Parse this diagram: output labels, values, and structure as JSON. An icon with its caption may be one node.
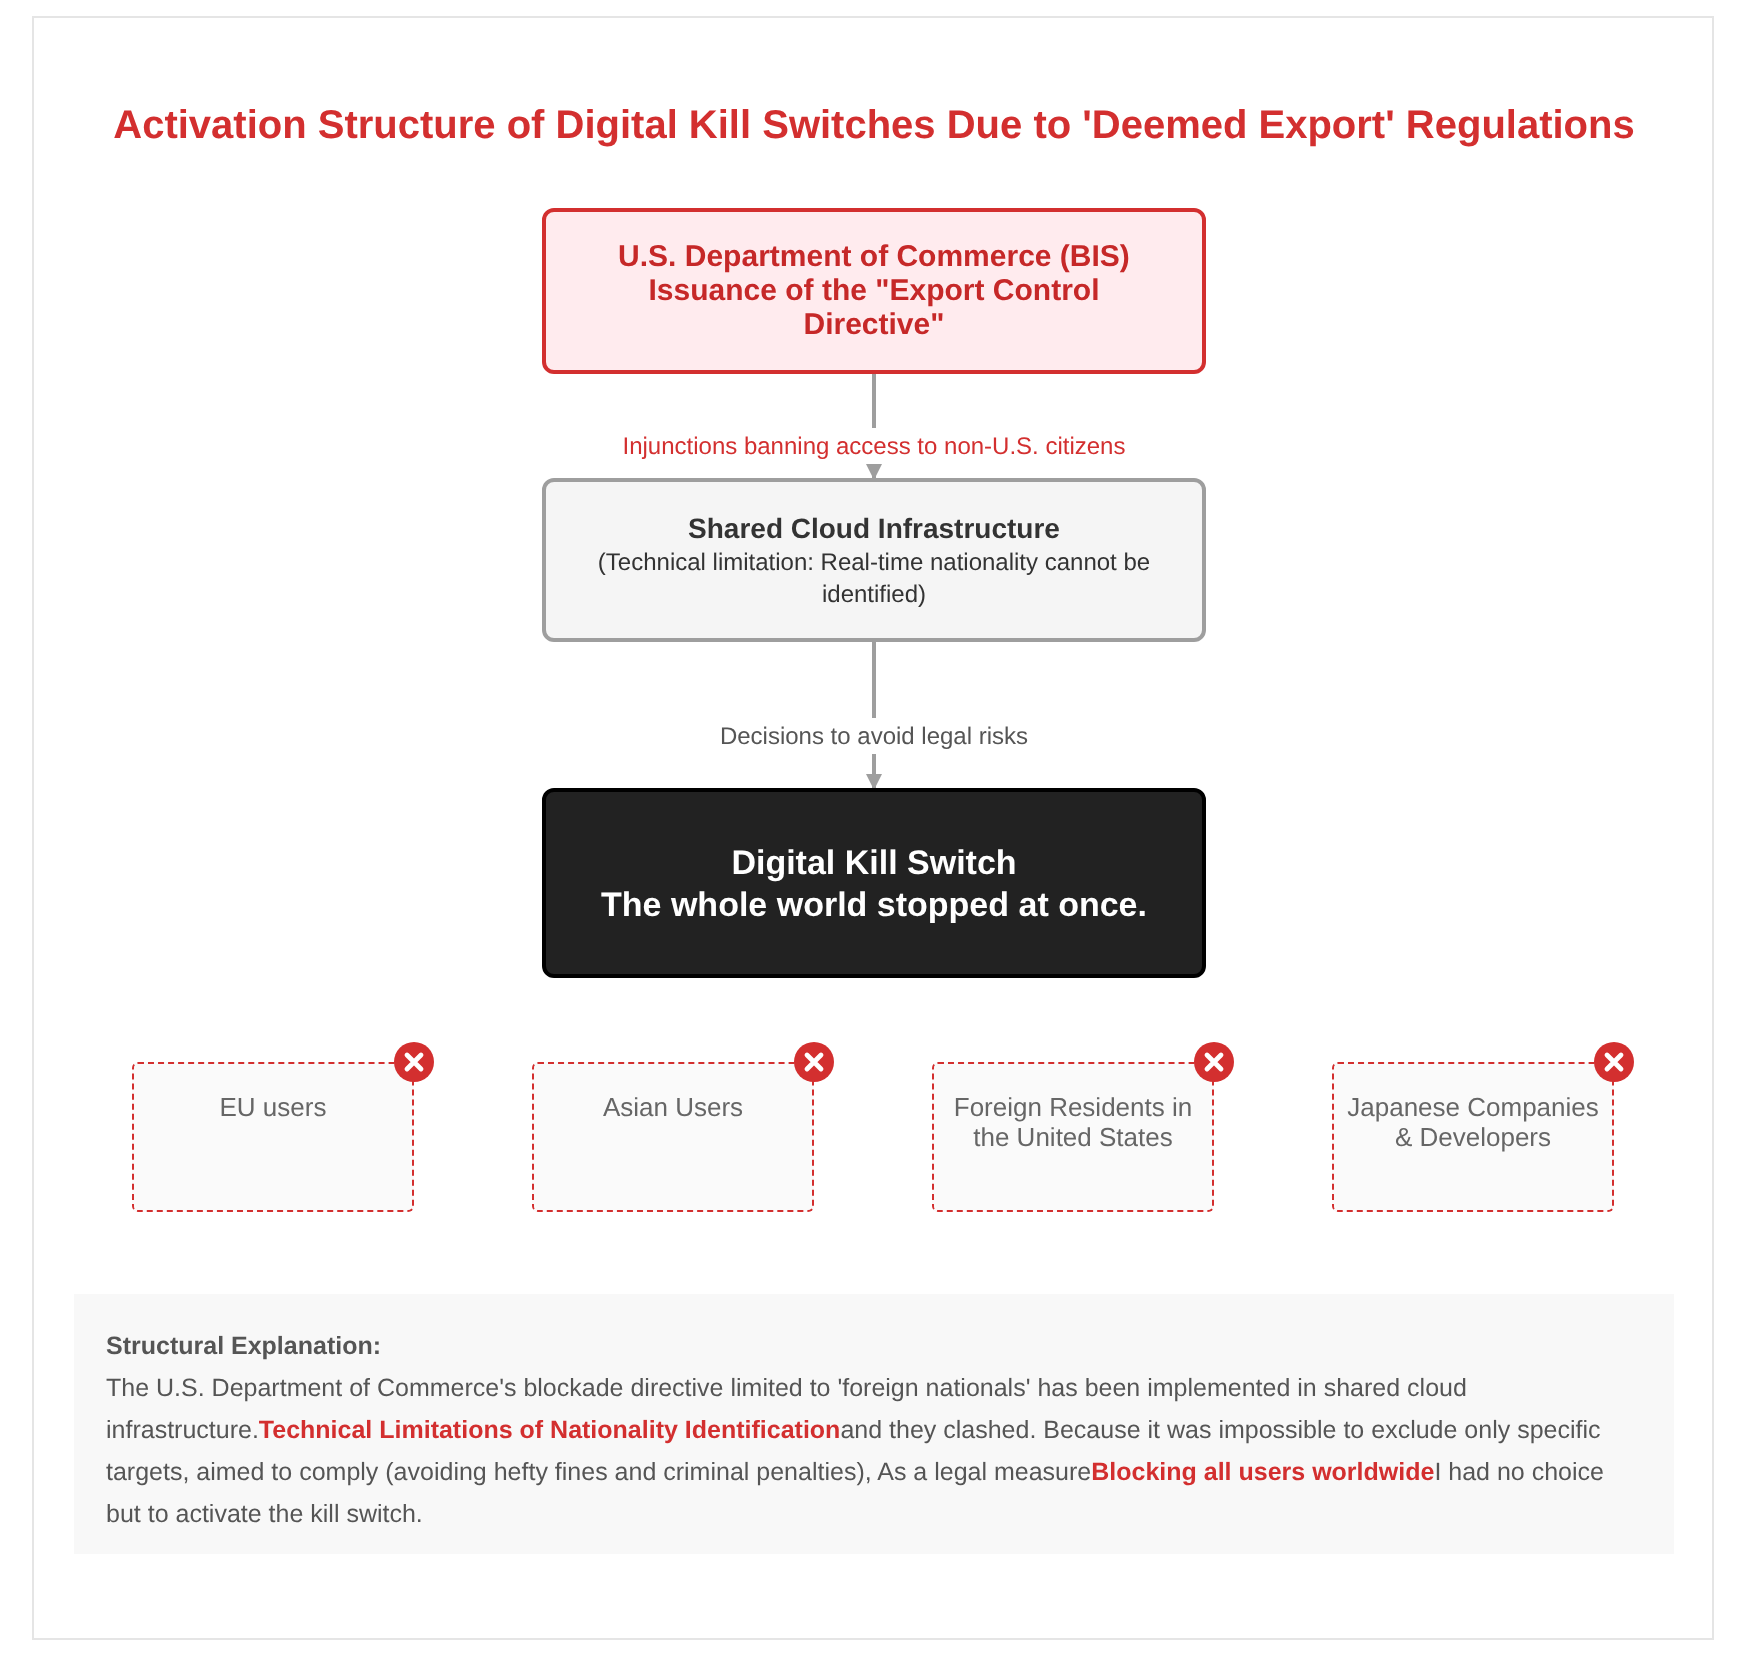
{
  "diagram": {
    "title": "Activation Structure of Digital Kill Switches Due to 'Deemed Export' Regulations",
    "nodes": [
      {
        "text": [
          "U.S. Department of Commerce (BIS) Issuance of the \"Export Control Directive\""
        ]
      },
      {
        "text": [
          "Shared Cloud Infrastructure",
          "(Technical limitation: Real-time nationality cannot be identified)"
        ]
      },
      {
        "text": [
          "Digital Kill Switch",
          "The whole world stopped at once."
        ]
      },
      {
        "text": [
          "EU users"
        ]
      },
      {
        "text": [
          "Asian Users"
        ]
      },
      {
        "text": [
          "Foreign Residents in the United States"
        ]
      },
      {
        "text": [
          "Japanese Companies & Developers"
        ]
      }
    ],
    "edges": [
      {
        "from": 0,
        "to": 1,
        "arrow": "to",
        "label": "Injunctions banning access to non-U.S. citizens"
      },
      {
        "from": 1,
        "to": 2,
        "arrow": "to",
        "label": "Decisions to avoid legal risks"
      }
    ],
    "labels": [
      "Structural Explanation:",
      "The U.S. Department of Commerce's blockade directive limited to 'foreign nationals' has been implemented in shared cloud infrastructure.**Technical Limitations of Nationality Identification**and they clashed. Because it was impossible to exclude only specific targets, aimed to comply (avoiding hefty fines and criminal penalties), As a legal measure**Blocking all users worldwide**I had no choice but to activate the kill switch."
    ]
  }
}
